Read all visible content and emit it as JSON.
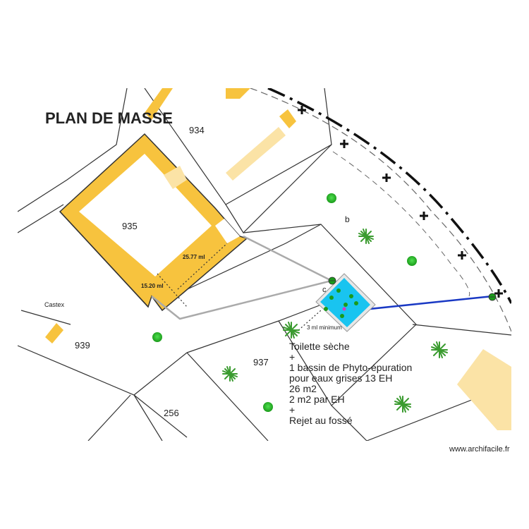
{
  "title": "PLAN DE MASSE",
  "parcels": {
    "p934": "934",
    "p935": "935",
    "p939": "939",
    "p937": "937",
    "p256": "256",
    "b": "b",
    "c": "c",
    "castex": "Castex"
  },
  "dimensions": {
    "d1": "25.77 ml",
    "d2": "15.20 ml",
    "d3": "3 ml minimum"
  },
  "notes": [
    "Toilette sèche",
    "+",
    "1 bassin de Phyto-épuration",
    "pour eaux grises 13 EH",
    "26 m2",
    "2 m2 par EH",
    "+",
    "Rejet au fossé"
  ],
  "watermark": "www.archifacile.fr",
  "colors": {
    "building": "#f7c33e",
    "building_light": "#fbe3a6",
    "pool": "#19c4f0",
    "pipe_blue": "#1a39c4",
    "pipe_grey": "#aaaaaa",
    "tree": "#2fbf2f"
  }
}
